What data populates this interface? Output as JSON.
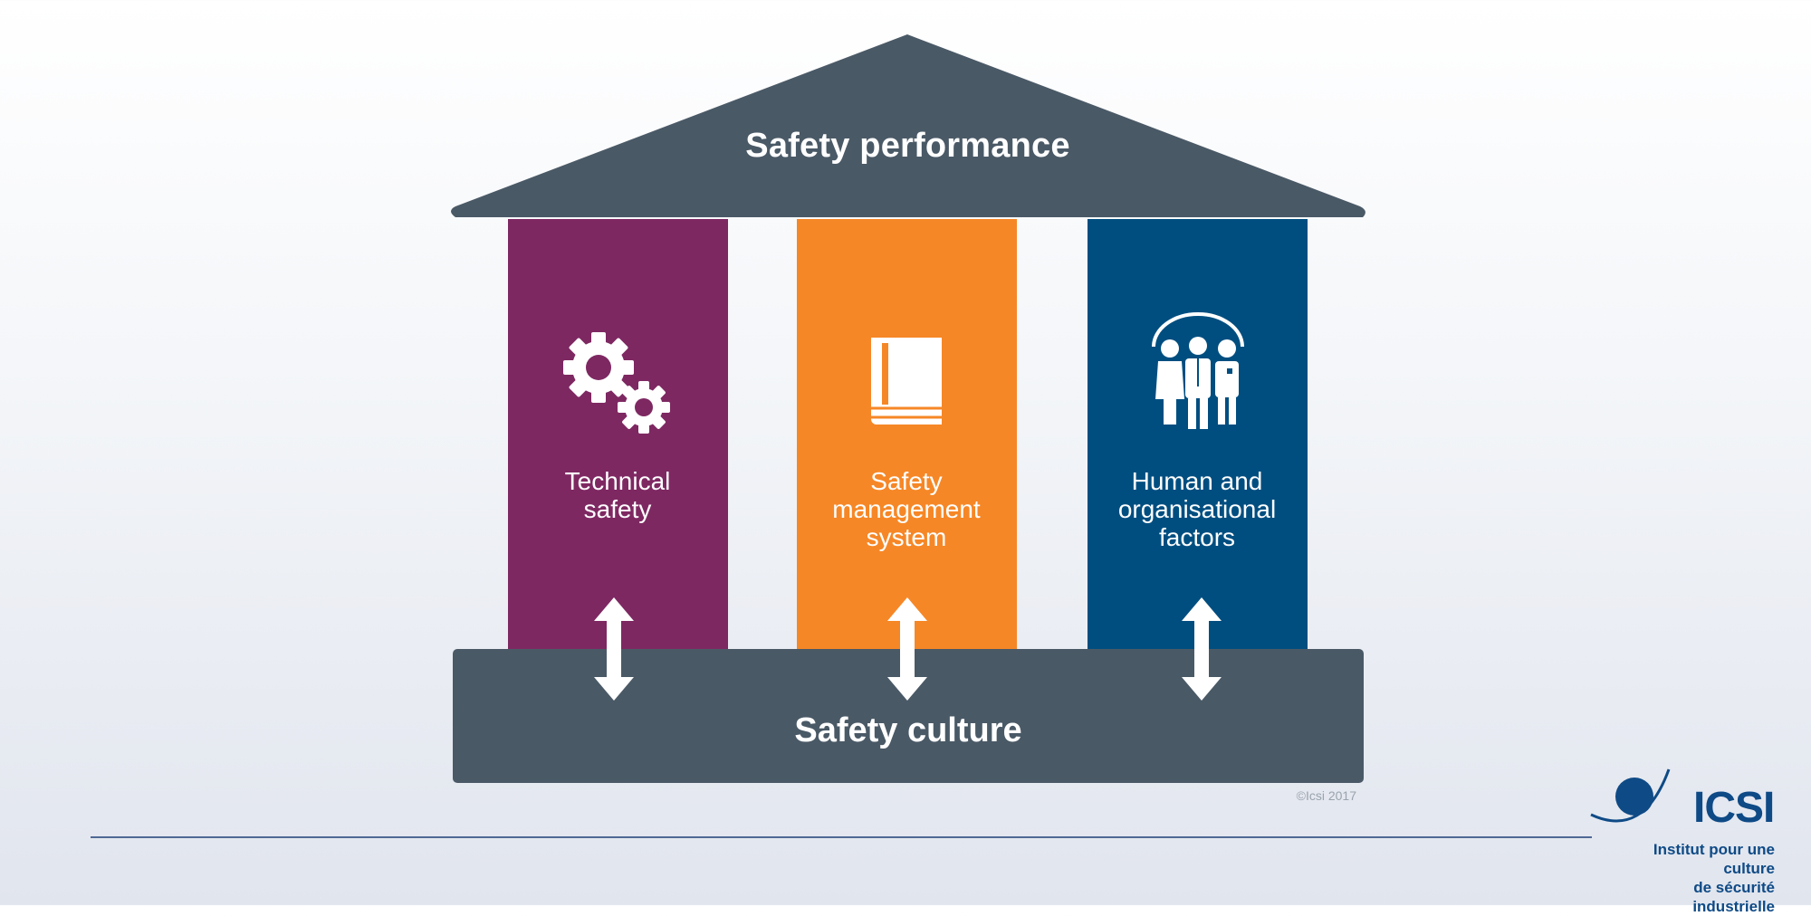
{
  "diagram": {
    "roof": {
      "title": "Safety performance",
      "color": "#4a5966"
    },
    "pillars": [
      {
        "label": "Technical safety",
        "color": "#7e2862",
        "icon": "gears-icon"
      },
      {
        "label": "Safety management system",
        "color": "#f68726",
        "icon": "book-icon"
      },
      {
        "label": "Human and organisational factors",
        "color": "#004e80",
        "icon": "people-icon"
      }
    ],
    "foundation": {
      "title": "Safety culture",
      "color": "#4a5966"
    },
    "connector": {
      "icon": "double-arrow-icon",
      "color": "#ffffff"
    }
  },
  "copyright": "©Icsi 2017",
  "logo": {
    "name": "ICSI",
    "tagline_line1": "Institut pour une culture",
    "tagline_line2": "de sécurité industrielle",
    "color": "#0e4a86"
  }
}
